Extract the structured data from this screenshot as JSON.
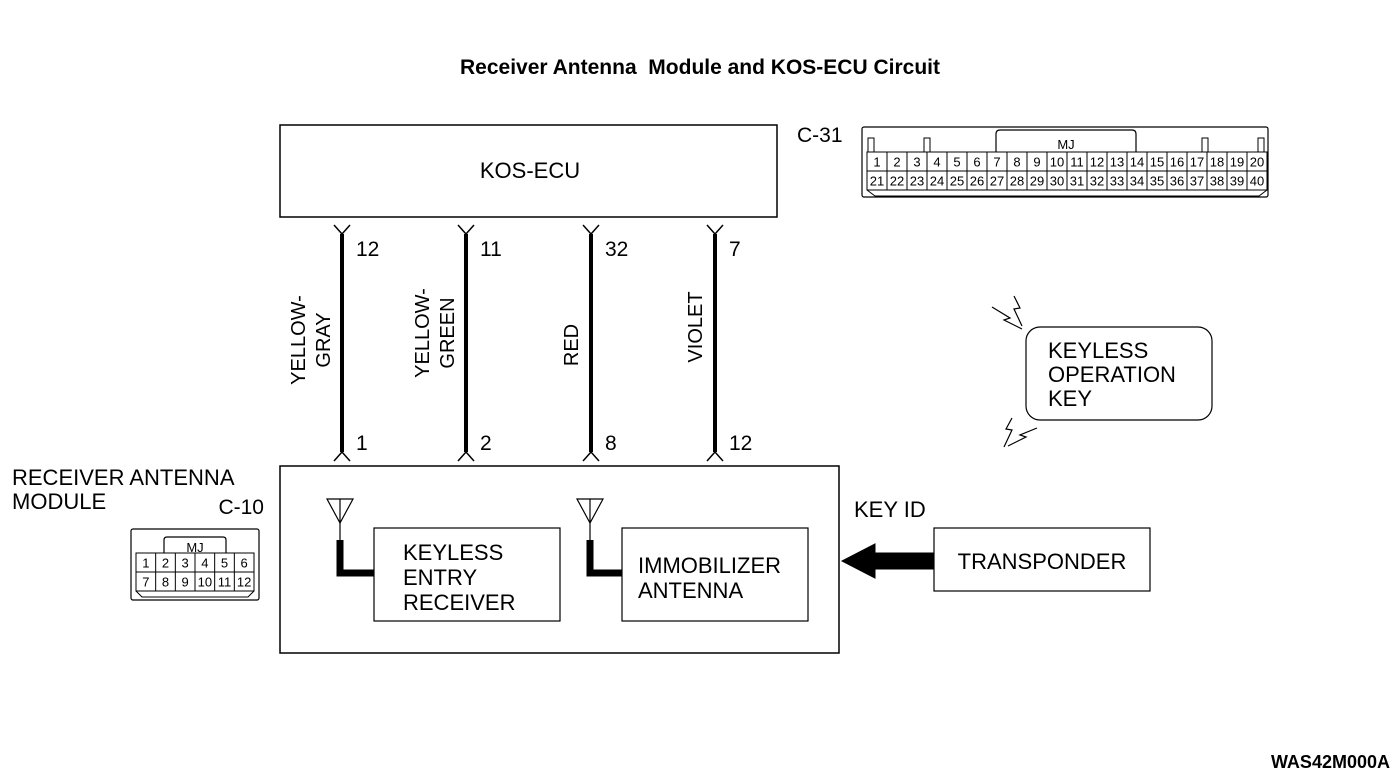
{
  "title": "Receiver Antenna  Module and KOS-ECU Circuit",
  "ecu": {
    "label": "KOS-ECU",
    "connector": "C-31",
    "connector_tag": "MJ",
    "pins_top": [
      "1",
      "2",
      "3",
      "4",
      "5",
      "6",
      "7",
      "8",
      "9",
      "10",
      "11",
      "12",
      "13",
      "14",
      "15",
      "16",
      "17",
      "18",
      "19",
      "20"
    ],
    "pins_bottom": [
      "21",
      "22",
      "23",
      "24",
      "25",
      "26",
      "27",
      "28",
      "29",
      "30",
      "31",
      "32",
      "33",
      "34",
      "35",
      "36",
      "37",
      "38",
      "39",
      "40"
    ]
  },
  "module": {
    "label_line1": "RECEIVER ANTENNA",
    "label_line2": "MODULE",
    "connector": "C-10",
    "connector_tag": "MJ",
    "pins_top": [
      "1",
      "2",
      "3",
      "4",
      "5",
      "6"
    ],
    "pins_bottom": [
      "7",
      "8",
      "9",
      "10",
      "11",
      "12"
    ]
  },
  "wires": [
    {
      "color1": "YELLOW-",
      "color2": "GRAY",
      "top_pin": "12",
      "bottom_pin": "1"
    },
    {
      "color1": "YELLOW-",
      "color2": "GREEN",
      "top_pin": "11",
      "bottom_pin": "2"
    },
    {
      "color1": "RED",
      "color2": "",
      "top_pin": "32",
      "bottom_pin": "8"
    },
    {
      "color1": "VIOLET",
      "color2": "",
      "top_pin": "7",
      "bottom_pin": "12"
    }
  ],
  "keyless_receiver": {
    "line1": "KEYLESS",
    "line2": "ENTRY",
    "line3": "RECEIVER"
  },
  "immobilizer": {
    "line1": "IMMOBILIZER",
    "line2": "ANTENNA"
  },
  "key": {
    "line1": "KEYLESS",
    "line2": "OPERATION",
    "line3": "KEY"
  },
  "transponder": "TRANSPONDER",
  "key_id": "KEY ID",
  "figure_code": "WAS42M000A"
}
